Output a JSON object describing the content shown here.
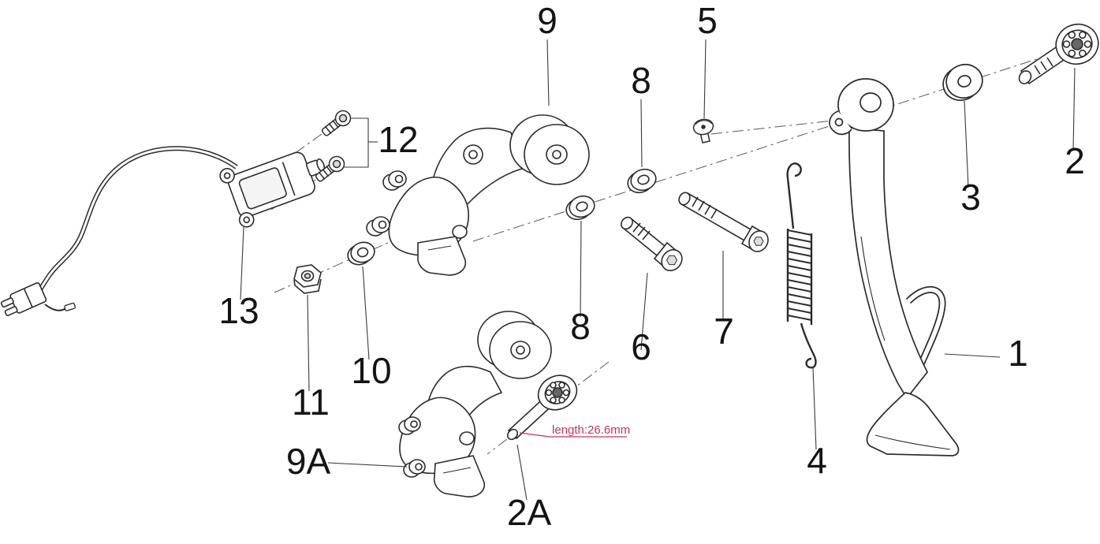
{
  "diagram": {
    "background": "#ffffff",
    "line_color": "#2b2b2b",
    "annotation": {
      "text": "length:26.6mm",
      "color": "#c2355b"
    },
    "labels": [
      {
        "id": "9",
        "text": "9"
      },
      {
        "id": "5",
        "text": "5"
      },
      {
        "id": "8-upper",
        "text": "8"
      },
      {
        "id": "2",
        "text": "2"
      },
      {
        "id": "3",
        "text": "3"
      },
      {
        "id": "12",
        "text": "12"
      },
      {
        "id": "13",
        "text": "13"
      },
      {
        "id": "11",
        "text": "11"
      },
      {
        "id": "10",
        "text": "10"
      },
      {
        "id": "8-lower",
        "text": "8"
      },
      {
        "id": "6",
        "text": "6"
      },
      {
        "id": "7",
        "text": "7"
      },
      {
        "id": "9A",
        "text": "9A"
      },
      {
        "id": "2A",
        "text": "2A"
      },
      {
        "id": "4",
        "text": "4"
      },
      {
        "id": "1",
        "text": "1"
      }
    ]
  }
}
